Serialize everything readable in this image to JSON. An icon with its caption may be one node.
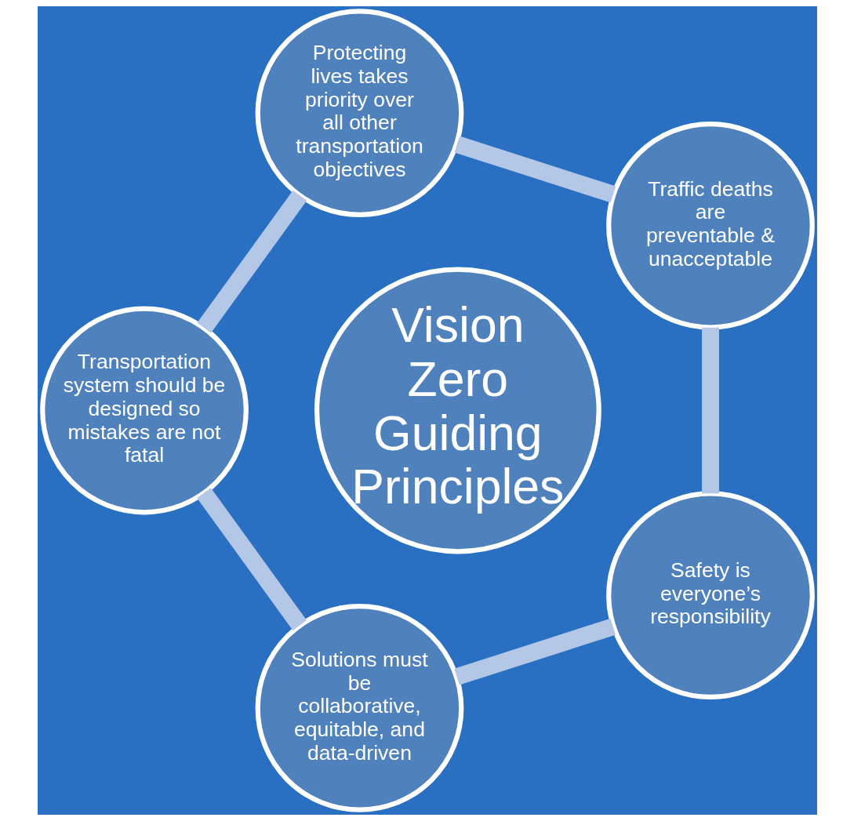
{
  "diagram": {
    "nodes": [
      {
        "text": [
          "Traffic deaths are preventable & unacceptable"
        ]
      },
      {
        "text": [
          "Safety is everyone’s responsibility"
        ]
      },
      {
        "text": [
          "Protecting lives takes priority over all other transportation objectives"
        ]
      },
      {
        "text": [
          "Vision Zero Guiding Principles"
        ]
      },
      {
        "text": [
          "Solutions must be collaborative, equitable, and data-driven"
        ]
      },
      {
        "text": [
          "Transportation system should be designed so mistakes are not fatal"
        ]
      }
    ],
    "edges": [
      {
        "from": 0,
        "to": 2,
        "arrow": "none"
      },
      {
        "from": 2,
        "to": 5,
        "arrow": "none"
      },
      {
        "from": 5,
        "to": 4,
        "arrow": "none"
      },
      {
        "from": 4,
        "to": 1,
        "arrow": "none"
      },
      {
        "from": 1,
        "to": 0,
        "arrow": "none"
      }
    ]
  }
}
